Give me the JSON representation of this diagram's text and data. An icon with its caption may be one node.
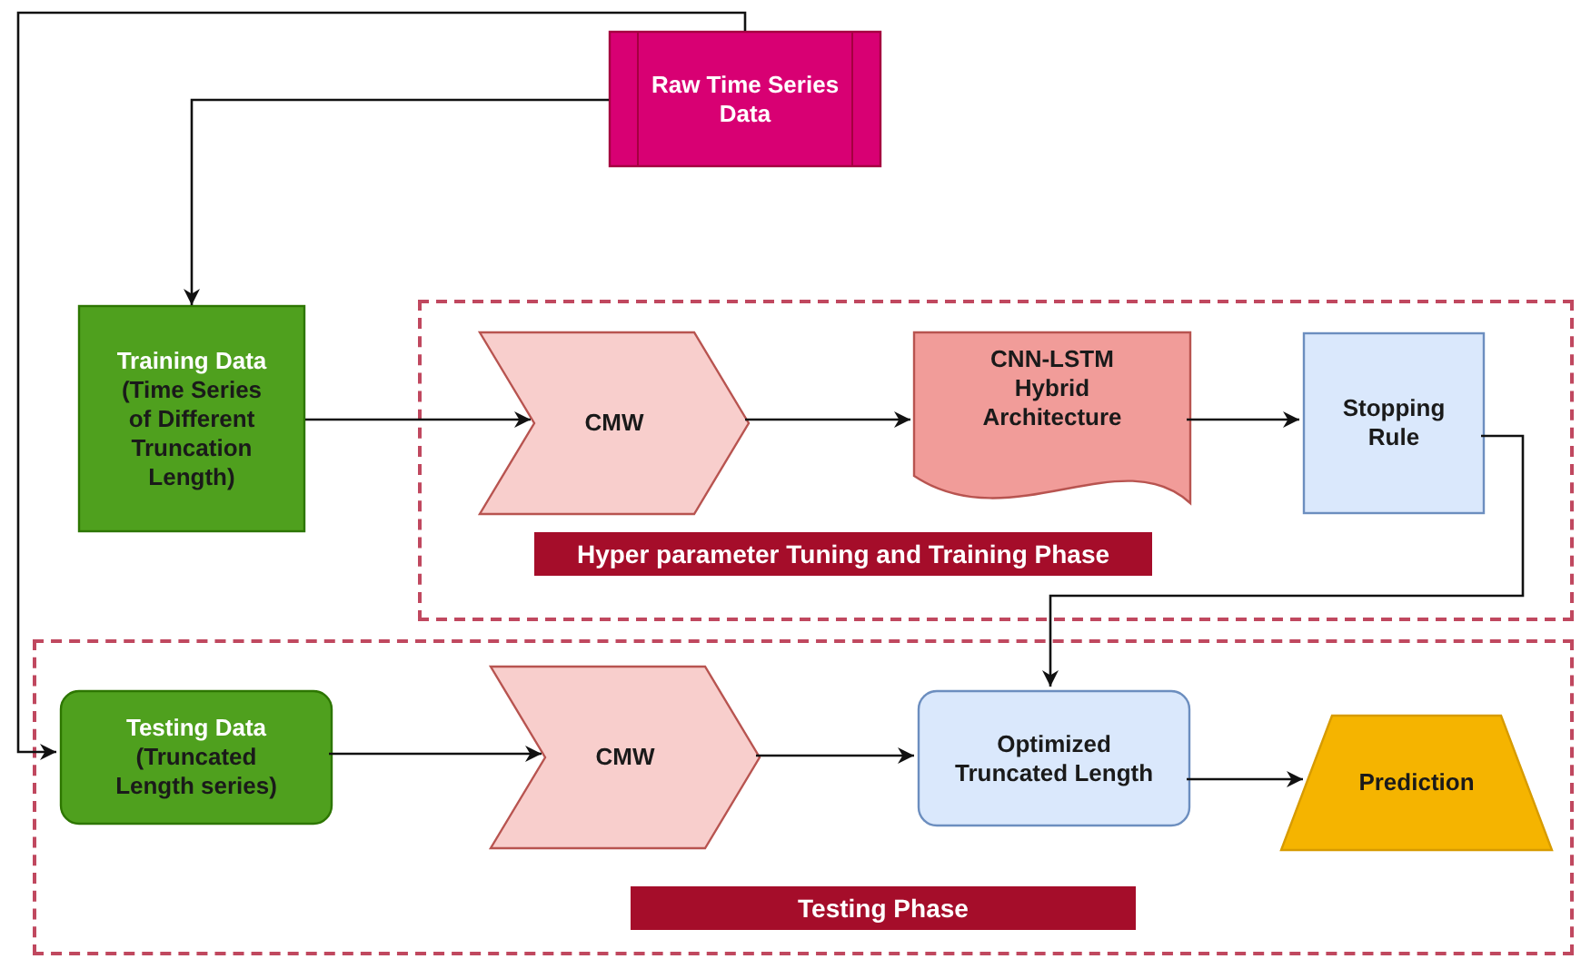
{
  "diagram": {
    "nodes": [
      {
        "text": [
          "Raw Time Series Data"
        ]
      },
      {
        "text": [
          "Training Data",
          "(Time Series of Different Truncation Length)"
        ]
      },
      {
        "text": [
          "Hyper parameter Tuning and Training Phase"
        ]
      },
      {
        "text": [
          "CMW"
        ],
        "in": 2
      },
      {
        "text": [
          "CNN-LSTM Hybrid Architecture"
        ],
        "in": 2
      },
      {
        "text": [
          "Stopping Rule"
        ],
        "in": 2
      },
      {
        "text": [
          "Testing Phase"
        ]
      },
      {
        "text": [
          "Testing Data",
          "(Truncated  Length series)"
        ],
        "in": 6
      },
      {
        "text": [
          "CMW"
        ],
        "in": 6
      },
      {
        "text": [
          "Optimized Truncated Length"
        ],
        "in": 6
      },
      {
        "text": [
          "Prediction"
        ],
        "in": 6
      }
    ],
    "edges": [
      {
        "from": 0,
        "to": 1,
        "arrow": "to"
      },
      {
        "from": 0,
        "to": 7,
        "arrow": "to"
      },
      {
        "from": 1,
        "to": 3,
        "arrow": "to"
      },
      {
        "from": 3,
        "to": 4,
        "arrow": "to"
      },
      {
        "from": 4,
        "to": 5,
        "arrow": "to"
      },
      {
        "from": 5,
        "to": 9,
        "arrow": "to"
      },
      {
        "from": 7,
        "to": 8,
        "arrow": "to"
      },
      {
        "from": 8,
        "to": 9,
        "arrow": "to"
      },
      {
        "from": 9,
        "to": 10,
        "arrow": "to"
      }
    ]
  }
}
